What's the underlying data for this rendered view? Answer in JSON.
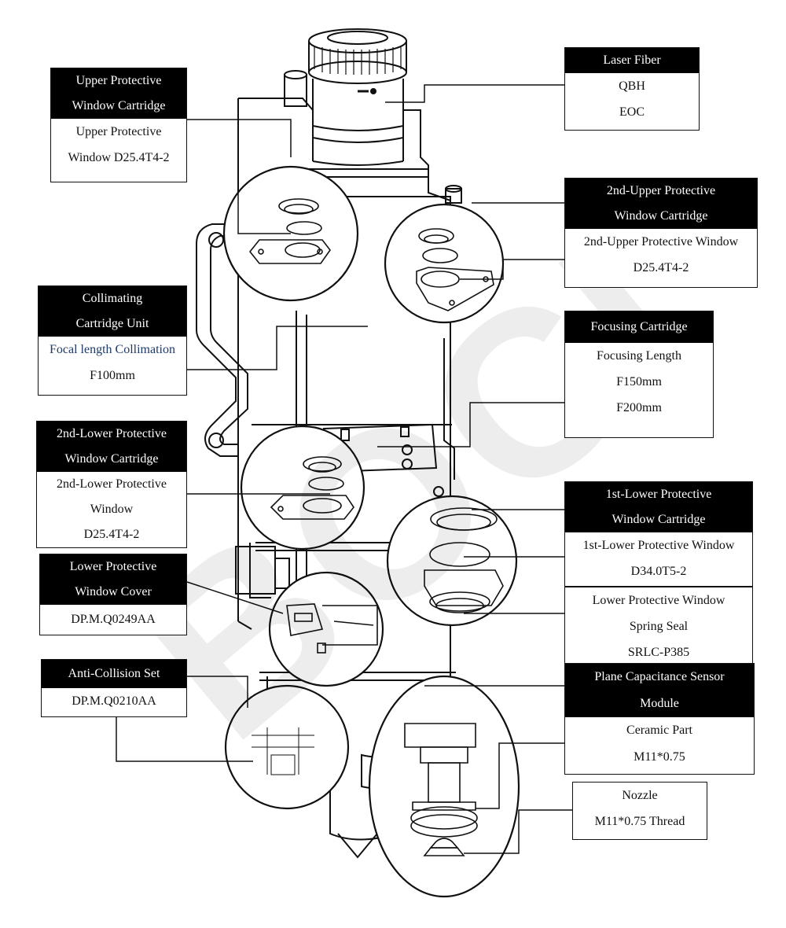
{
  "watermark": "BOCI",
  "callouts": {
    "laser_fiber": {
      "title": [
        "Laser Fiber"
      ],
      "lines": [
        "QBH",
        "EOC"
      ]
    },
    "upper_cartridge": {
      "title": [
        "Upper Protective",
        "Window Cartridge"
      ],
      "lines": [
        "Upper Protective",
        "Window D25.4T4-2"
      ]
    },
    "second_upper_cartridge": {
      "title": [
        "2nd-Upper Protective",
        "Window Cartridge"
      ],
      "lines": [
        "2nd-Upper Protective Window",
        "D25.4T4-2"
      ]
    },
    "collimating": {
      "title": [
        "Collimating",
        "Cartridge Unit"
      ],
      "lines": [
        "Focal length Collimation",
        "F100mm"
      ]
    },
    "focusing": {
      "title": [
        "Focusing Cartridge"
      ],
      "lines": [
        "Focusing Length",
        "F150mm",
        "F200mm"
      ]
    },
    "second_lower_cartridge": {
      "title": [
        "2nd-Lower Protective",
        "Window Cartridge"
      ],
      "lines": [
        "2nd-Lower Protective",
        "Window",
        "D25.4T4-2"
      ]
    },
    "first_lower_cartridge": {
      "title": [
        "1st-Lower Protective",
        "Window Cartridge"
      ],
      "lines": [
        "1st-Lower Protective Window",
        "D34.0T5-2"
      ]
    },
    "lower_cover": {
      "title": [
        "Lower Protective",
        "Window Cover"
      ],
      "lines": [
        "DP.M.Q0249AA"
      ]
    },
    "spring_seal": {
      "lines": [
        "Lower Protective Window",
        "Spring Seal",
        "SRLC-P385"
      ]
    },
    "anti_collision": {
      "title": [
        "Anti-Collision Set"
      ],
      "lines": [
        "DP.M.Q0210AA"
      ]
    },
    "capacitance": {
      "title": [
        "Plane Capacitance Sensor",
        "Module"
      ],
      "lines": [
        "Ceramic Part",
        "M11*0.75"
      ]
    },
    "nozzle": {
      "lines": [
        "Nozzle",
        "M11*0.75 Thread"
      ]
    }
  }
}
